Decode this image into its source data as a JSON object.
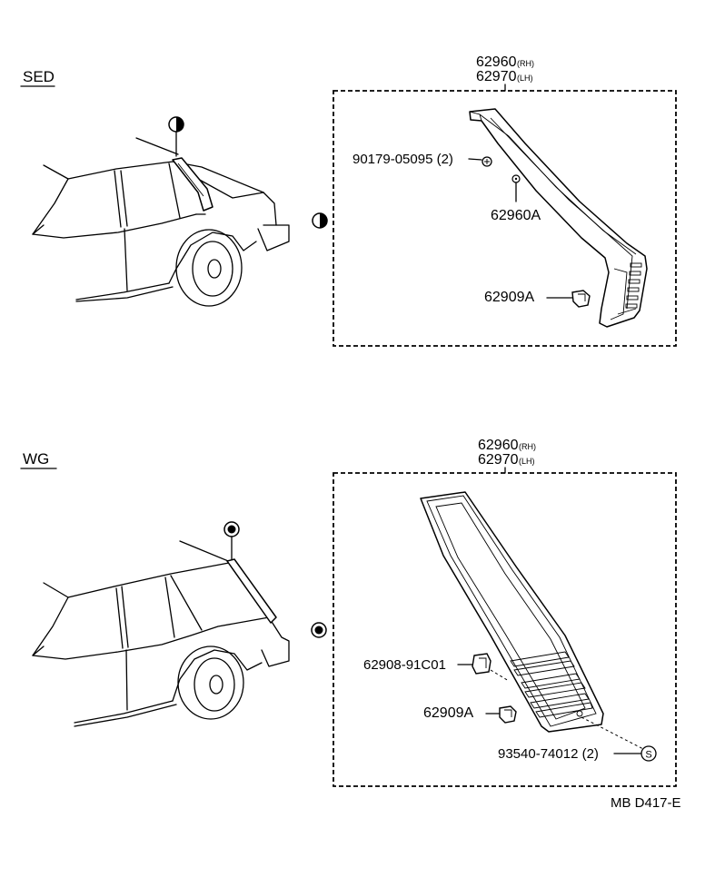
{
  "sections": [
    {
      "label": "SED",
      "assembly": {
        "number": "62960",
        "rh_suffix": "(RH)",
        "number2": "62970",
        "lh_suffix": "(LH)"
      },
      "callouts": [
        {
          "id": "90179",
          "text": "90179-05095 (2)"
        },
        {
          "id": "62960A",
          "text": "62960A"
        },
        {
          "id": "62909A",
          "text": "62909A"
        }
      ]
    },
    {
      "label": "WG",
      "assembly": {
        "number": "62960",
        "rh_suffix": "(RH)",
        "number2": "62970",
        "lh_suffix": "(LH)"
      },
      "callouts": [
        {
          "id": "62908",
          "text": "62908-91C01"
        },
        {
          "id": "62909A",
          "text": "62909A"
        },
        {
          "id": "93540",
          "text": "93540-74012 (2)"
        }
      ]
    }
  ],
  "screw_symbol": "S",
  "figure_code": "MB D417-E"
}
